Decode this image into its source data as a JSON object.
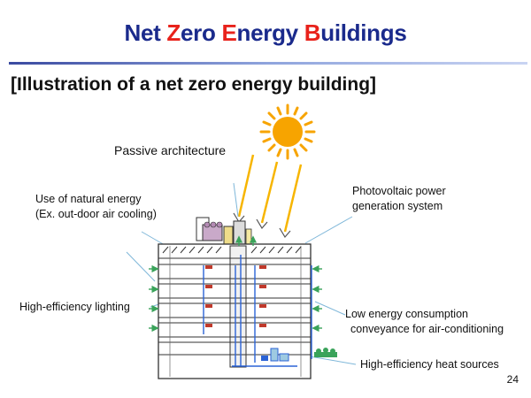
{
  "title": {
    "part1_initial": "N",
    "part1_rest": "et ",
    "part2_initial": "Z",
    "part2_rest": "ero ",
    "part3_initial": "E",
    "part3_rest": "nergy ",
    "part4_initial": "B",
    "part4_rest": "uildings"
  },
  "subtitle": "[Illustration of a net zero energy building]",
  "labels": {
    "passive": "Passive architecture",
    "natural_line1": "Use of natural energy",
    "natural_line2": "(Ex.  out-door air cooling)",
    "pv_line1": "Photovoltaic power",
    "pv_line2": "generation system",
    "lighting": "High-efficiency lighting",
    "conveyance_line1": "Low energy consumption",
    "conveyance_line2": "conveyance for air-conditioning",
    "heat": "High-efficiency heat sources"
  },
  "page_number": "24",
  "colors": {
    "title_blue": "#1a2a8c",
    "title_red": "#e8221b",
    "sun": "#f7a400",
    "sun_rays": "#f7b500",
    "pipe_blue": "#2b63d6",
    "leader_line": "#7fb7d9",
    "green_arrow": "#3aa35a"
  }
}
